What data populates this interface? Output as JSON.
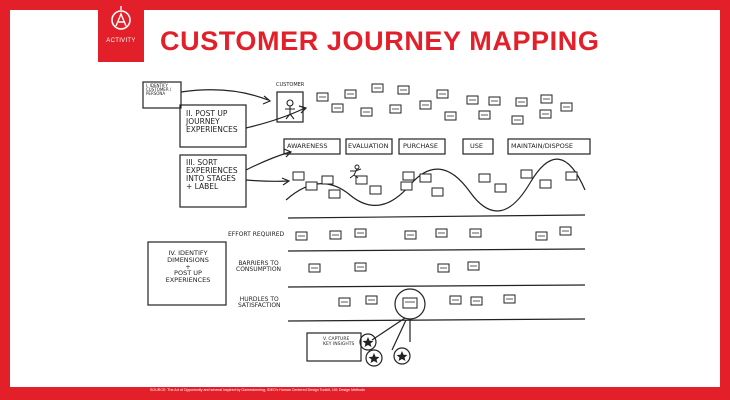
{
  "header": {
    "title": "CUSTOMER JOURNEY MAPPING",
    "badge_label": "ACTIVITY"
  },
  "steps": {
    "identify": "I. IDENTIFY\nCUSTOMER /\nPERSONA",
    "post": "II. POST UP\nJOURNEY\nEXPERIENCES",
    "sort": "III. SORT\nEXPERIENCES\nINTO STAGES\n+ LABEL",
    "dimensions": "IV. IDENTIFY\nDIMENSIONS\n+\nPOST UP EXPERIENCES",
    "insights": "V. CAPTURE\nKEY INSIGHTS"
  },
  "customer_label": "CUSTOMER",
  "stages": [
    "AWARENESS",
    "EVALUATION",
    "PURCHASE",
    "USE",
    "MAINTAIN/DISPOSE"
  ],
  "dimensions": [
    "EFFORT REQUIRED",
    "BARRIERS TO\nCONSUMPTION",
    "HURDLES TO\nSATISFACTION"
  ],
  "footer": {
    "source": "SOURCE: The Art of Opportunity and several inspired by Gamestorming, IDEO's Human Centered Design Toolkit, 101 Design Methods"
  },
  "colors": {
    "accent": "#e3202a",
    "ink": "#222222"
  }
}
